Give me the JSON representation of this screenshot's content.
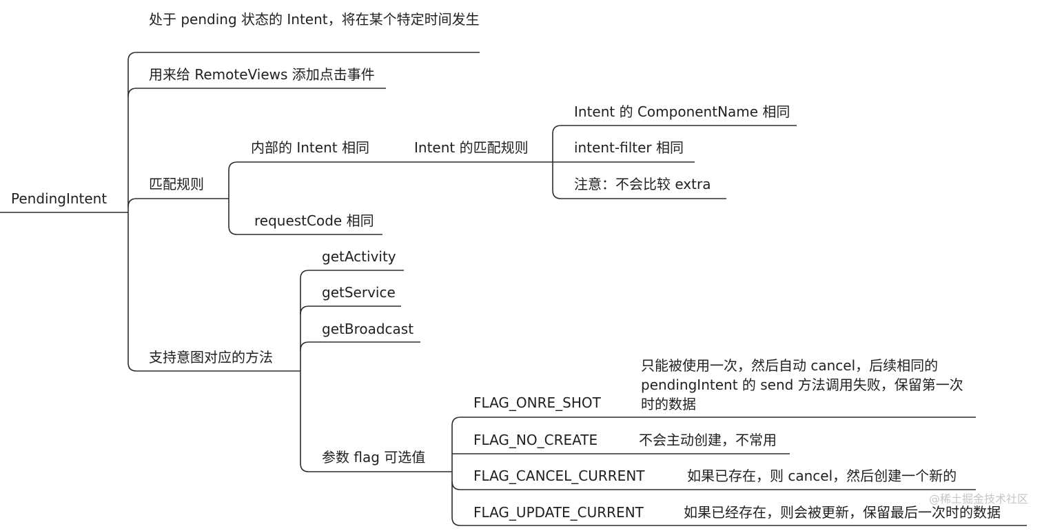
{
  "mindmap": {
    "root": "PendingIntent",
    "desc_pending": "处于 pending 状态的 Intent，将在某个特定时间发生",
    "desc_remoteviews": "用来给 RemoteViews 添加点击事件",
    "match": {
      "label": "匹配规则",
      "inner_intent": "内部的 Intent 相同",
      "intent_rule": "Intent 的匹配规则",
      "component": "Intent 的 ComponentName 相同",
      "filter": "intent-filter 相同",
      "note": "注意：不会比较 extra",
      "request_code": "requestCode 相同"
    },
    "methods": {
      "label": "支持意图对应的方法",
      "get_activity": "getActivity",
      "get_service": "getService",
      "get_broadcast": "getBroadcast"
    },
    "flags": {
      "label": "参数 flag 可选值",
      "one_shot": "FLAG_ONRE_SHOT",
      "one_shot_desc": "只能被使用一次，然后自动 cancel，后续相同的 pendingIntent 的 send 方法调用失败，保留第一次时的数据",
      "no_create": "FLAG_NO_CREATE",
      "no_create_desc": "不会主动创建，不常用",
      "cancel_current": "FLAG_CANCEL_CURRENT",
      "cancel_current_desc": "如果已存在，则 cancel，然后创建一个新的",
      "update_current": "FLAG_UPDATE_CURRENT",
      "update_current_desc": "如果已经存在，则会被更新，保留最后一次时的数据"
    },
    "watermark": "@稀土掘金技术社区"
  }
}
